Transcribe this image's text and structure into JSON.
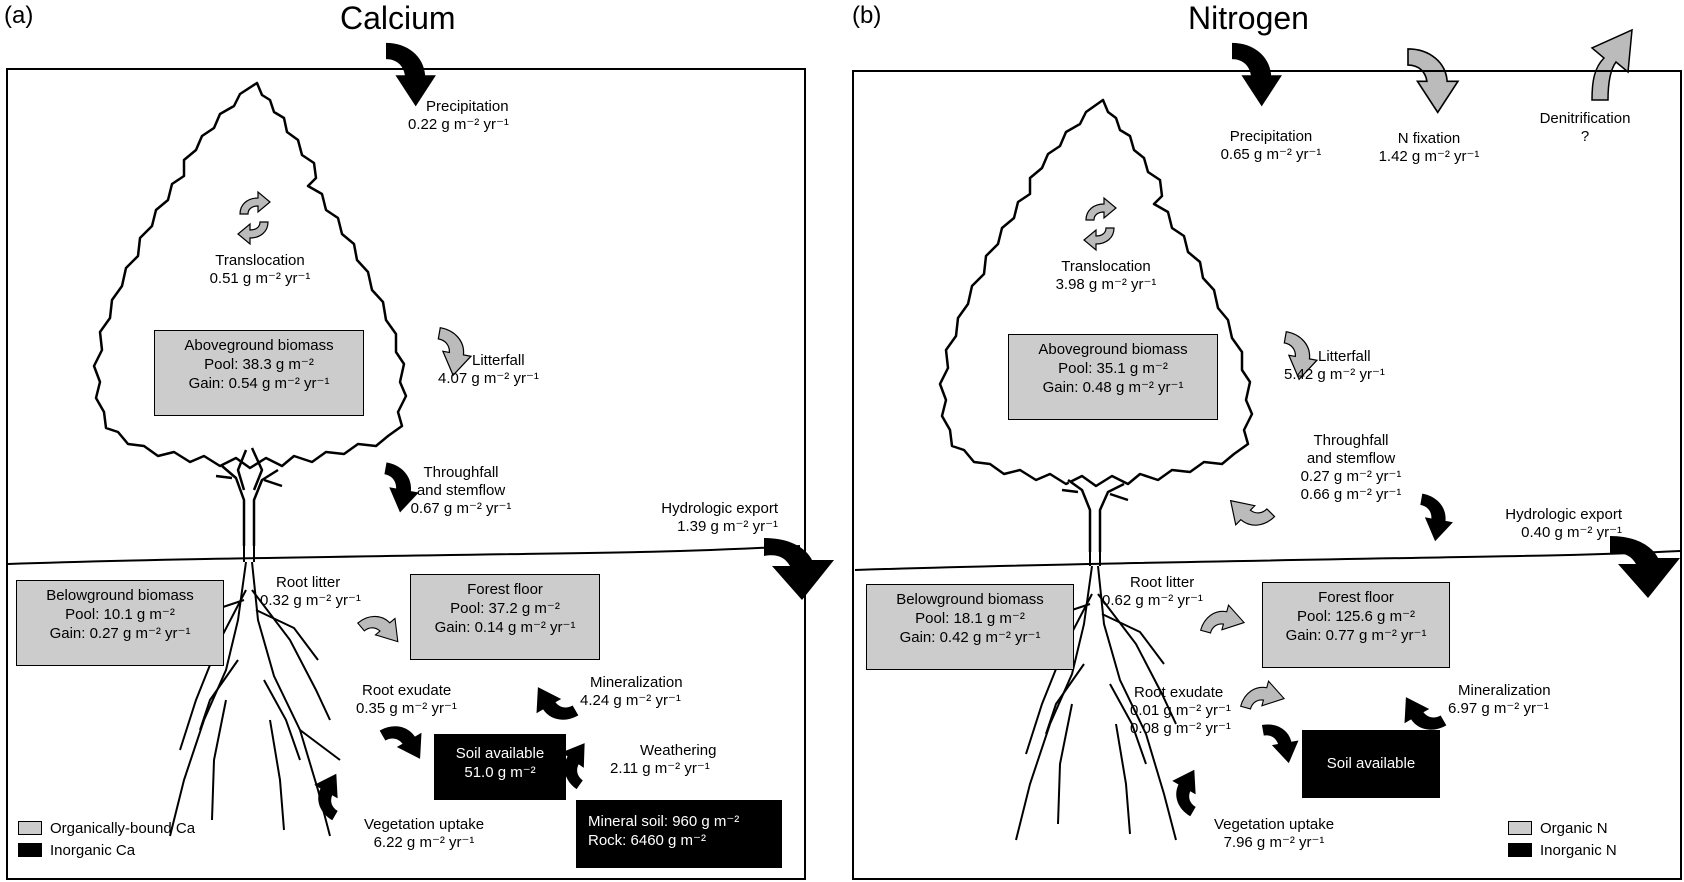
{
  "unit_suffix": " g m⁻² yr⁻¹",
  "colors": {
    "organic": "#cccccc",
    "inorganic": "#000000"
  },
  "calcium": {
    "letter": "(a)",
    "title": "Calcium",
    "precipitation": {
      "label": "Precipitation",
      "value": "0.22"
    },
    "translocation": {
      "label": "Translocation",
      "value": "0.51"
    },
    "litterfall": {
      "label": "Litterfall",
      "value": "4.07"
    },
    "throughfall": {
      "label1": "Throughfall",
      "label2": "and stemflow",
      "value": "0.67"
    },
    "hydrologic_export": {
      "label": "Hydrologic export",
      "value": "1.39"
    },
    "aboveground": {
      "title": "Aboveground biomass",
      "pool": "Pool: 38.3 g m⁻²",
      "gain": "Gain: 0.54 g m⁻² yr⁻¹"
    },
    "belowground": {
      "title": "Belowground biomass",
      "pool": "Pool: 10.1 g m⁻²",
      "gain": "Gain: 0.27 g m⁻² yr⁻¹"
    },
    "root_litter": {
      "label": "Root litter",
      "value": "0.32"
    },
    "forest_floor": {
      "title": "Forest floor",
      "pool": "Pool: 37.2 g m⁻²",
      "gain": "Gain: 0.14 g m⁻² yr⁻¹"
    },
    "root_exudate": {
      "label": "Root exudate",
      "value": "0.35"
    },
    "mineralization": {
      "label": "Mineralization",
      "value": "4.24"
    },
    "soil_available": {
      "title": "Soil available",
      "value": "51.0 g m⁻²"
    },
    "weathering": {
      "label": "Weathering",
      "value": "2.11"
    },
    "mineral_soil": {
      "line1": "Mineral soil: 960 g m⁻²",
      "line2": "Rock: 6460 g m⁻²"
    },
    "vegetation_uptake": {
      "label": "Vegetation uptake",
      "value": "6.22"
    },
    "legend": {
      "organic": "Organically-bound Ca",
      "inorganic": "Inorganic Ca"
    }
  },
  "nitrogen": {
    "letter": "(b)",
    "title": "Nitrogen",
    "precipitation": {
      "label": "Precipitation",
      "value": "0.65"
    },
    "n_fixation": {
      "label": "N fixation",
      "value": "1.42"
    },
    "denitrification": {
      "label": "Denitrification",
      "value": "?"
    },
    "translocation": {
      "label": "Translocation",
      "value": "3.98"
    },
    "litterfall": {
      "label": "Litterfall",
      "value": "5.42"
    },
    "throughfall": {
      "label1": "Throughfall",
      "label2": "and stemflow",
      "value1": "0.27",
      "value2": "0.66"
    },
    "hydrologic_export": {
      "label": "Hydrologic export",
      "value": "0.40"
    },
    "aboveground": {
      "title": "Aboveground biomass",
      "pool": "Pool: 35.1 g m⁻²",
      "gain": "Gain: 0.48 g m⁻² yr⁻¹"
    },
    "belowground": {
      "title": "Belowground biomass",
      "pool": "Pool: 18.1 g m⁻²",
      "gain": "Gain: 0.42 g m⁻² yr⁻¹"
    },
    "root_litter": {
      "label": "Root litter",
      "value": "0.62"
    },
    "forest_floor": {
      "title": "Forest floor",
      "pool": "Pool: 125.6 g m⁻²",
      "gain": "Gain: 0.77 g m⁻² yr⁻¹"
    },
    "root_exudate": {
      "label": "Root exudate",
      "value1": "0.01",
      "value2": "0.08"
    },
    "mineralization": {
      "label": "Mineralization",
      "value": "6.97"
    },
    "soil_available": {
      "title": "Soil available"
    },
    "vegetation_uptake": {
      "label": "Vegetation uptake",
      "value": "7.96"
    },
    "legend": {
      "organic": "Organic N",
      "inorganic": "Inorganic N"
    }
  }
}
